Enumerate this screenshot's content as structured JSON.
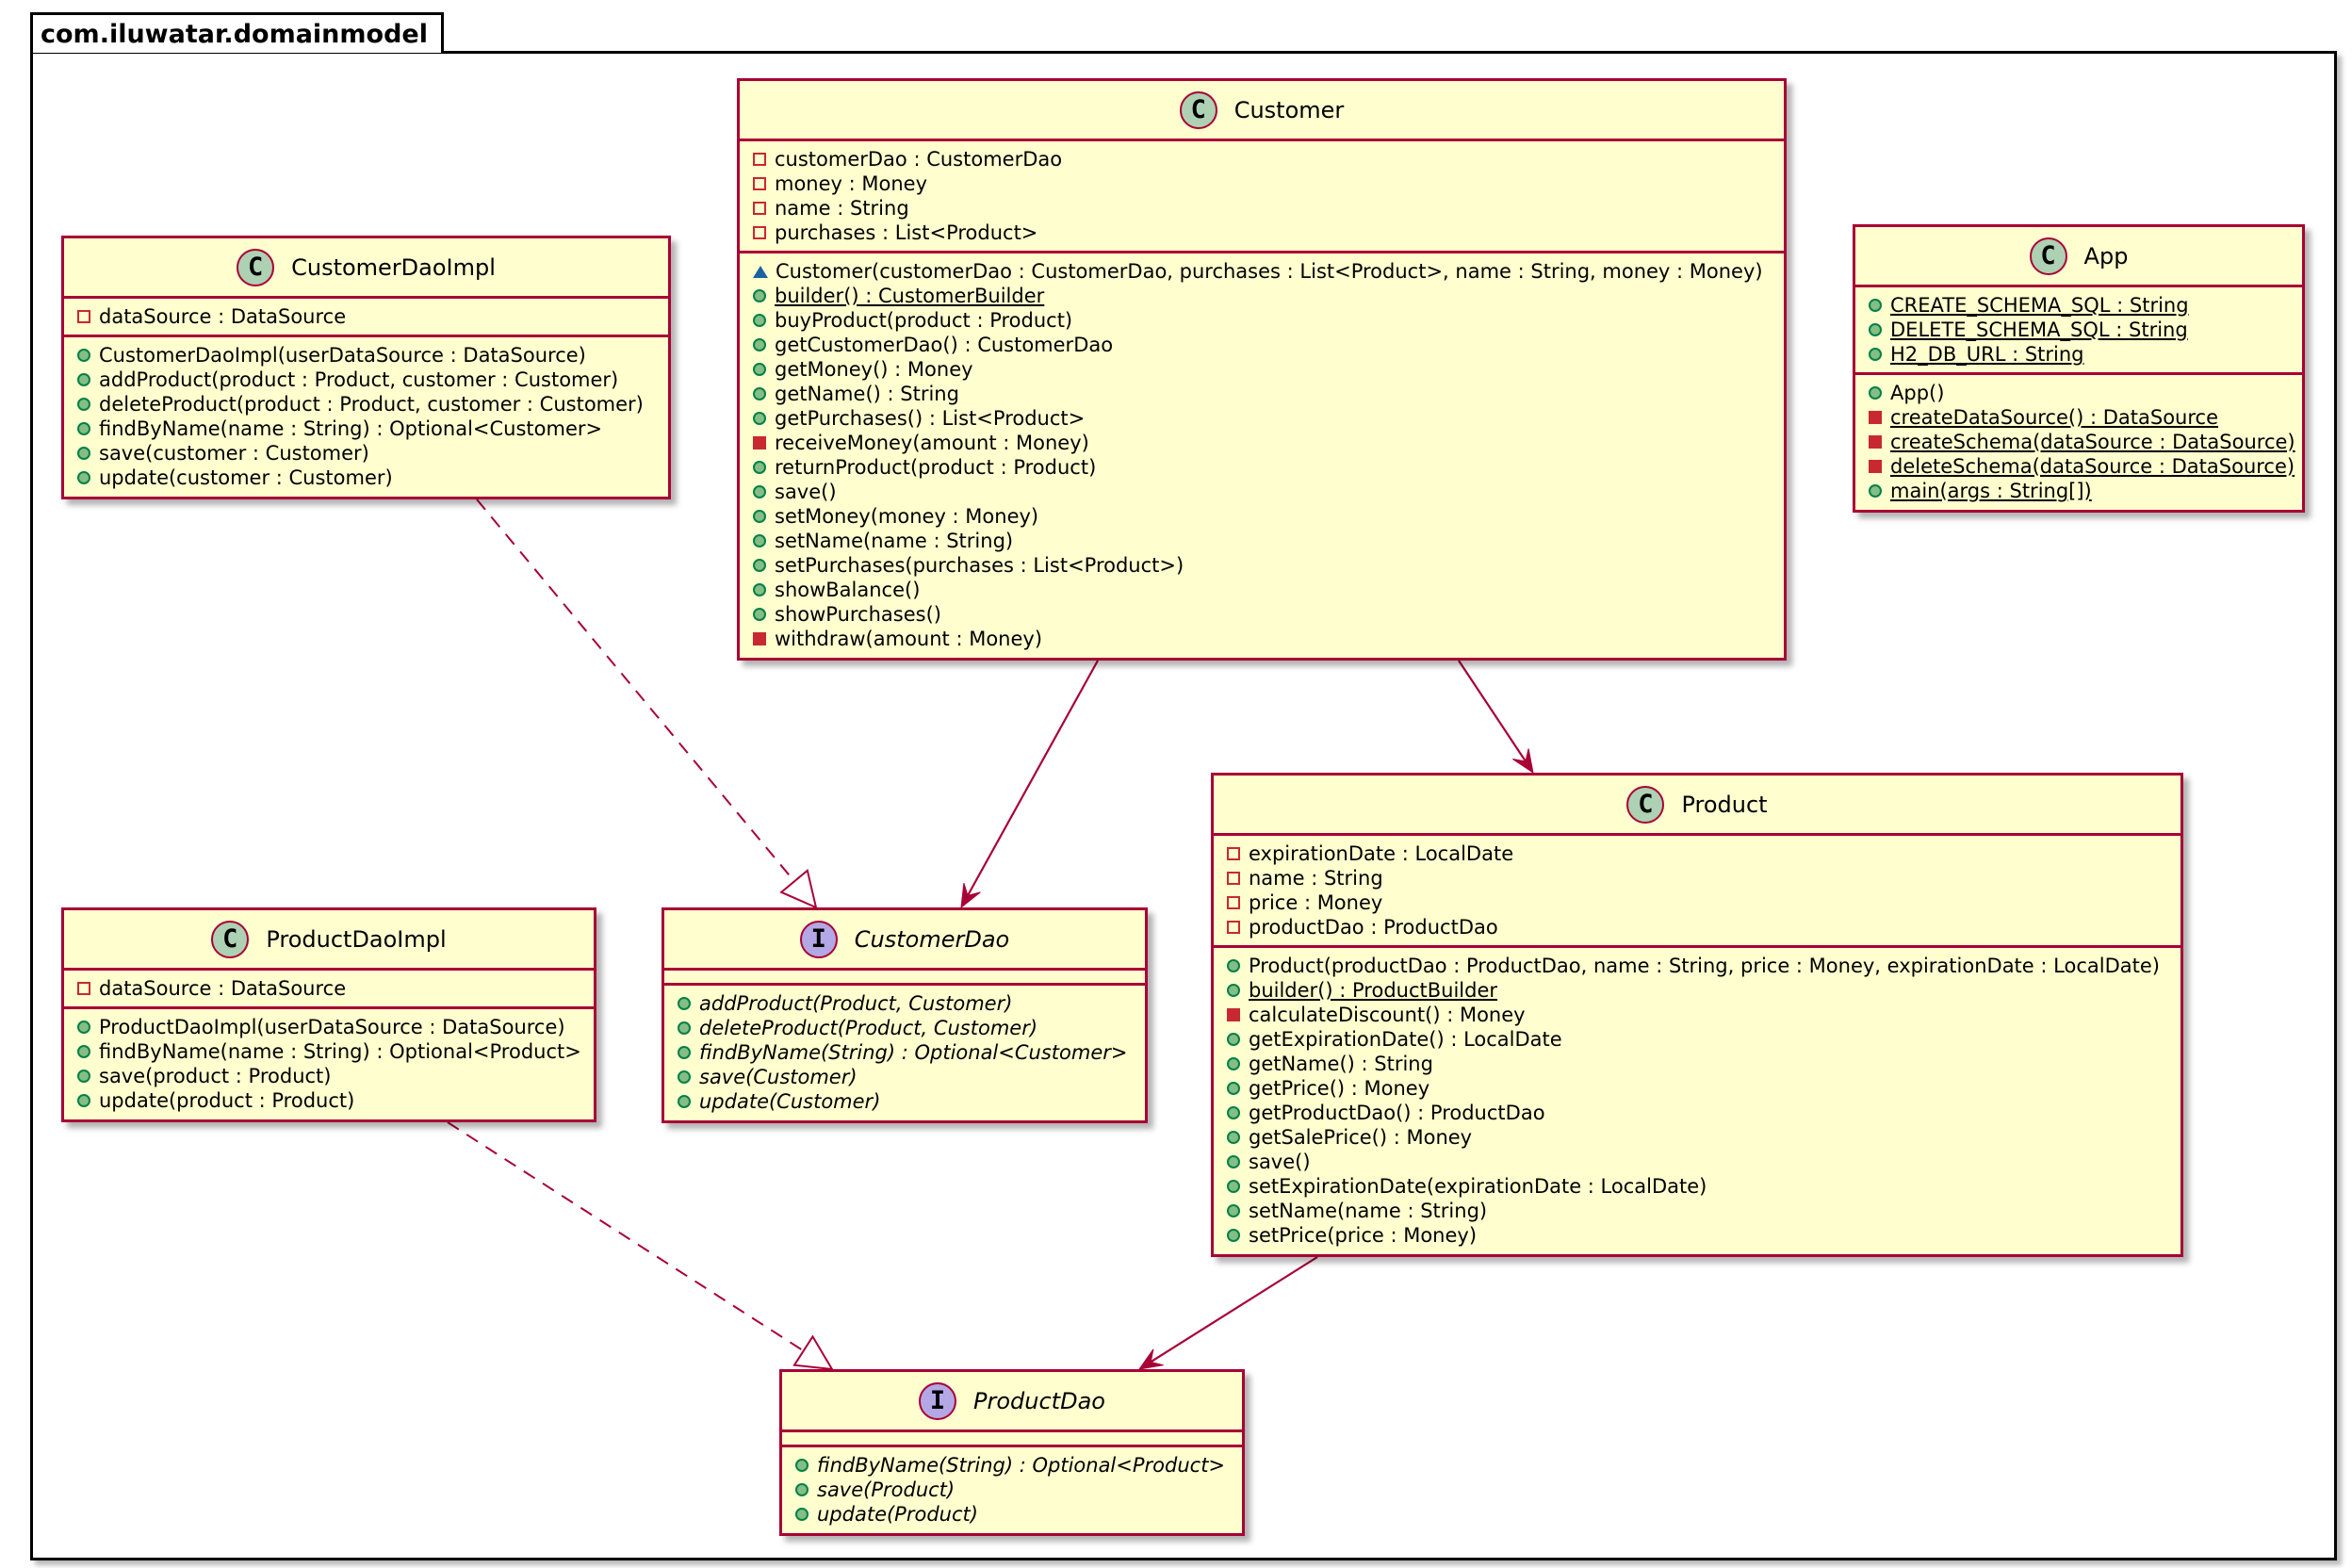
{
  "package": {
    "name": "com.iluwatar.domainmodel"
  },
  "colors": {
    "class_fill": "#fefece",
    "class_border": "#a80036",
    "class_badge": "#add1b2",
    "interface_badge": "#b4a7e5",
    "public_marker": "#84be84",
    "private_marker": "#c82930",
    "package_marker": "#1963a0",
    "edge": "#a80036"
  },
  "classes": [
    {
      "name": "Customer",
      "kind": "class",
      "italic_name": false,
      "attributes": [
        {
          "vis": "private",
          "text": "customerDao : CustomerDao"
        },
        {
          "vis": "private",
          "text": "money : Money"
        },
        {
          "vis": "private",
          "text": "name : String"
        },
        {
          "vis": "private",
          "text": "purchases : List<Product>"
        }
      ],
      "methods": [
        {
          "vis": "package",
          "text": "Customer(customerDao : CustomerDao, purchases : List<Product>, name : String, money : Money)"
        },
        {
          "vis": "public",
          "text": "builder() : CustomerBuilder",
          "static": true
        },
        {
          "vis": "public",
          "text": "buyProduct(product : Product)"
        },
        {
          "vis": "public",
          "text": "getCustomerDao() : CustomerDao"
        },
        {
          "vis": "public",
          "text": "getMoney() : Money"
        },
        {
          "vis": "public",
          "text": "getName() : String"
        },
        {
          "vis": "public",
          "text": "getPurchases() : List<Product>"
        },
        {
          "vis": "private",
          "text": "receiveMoney(amount : Money)"
        },
        {
          "vis": "public",
          "text": "returnProduct(product : Product)"
        },
        {
          "vis": "public",
          "text": "save()"
        },
        {
          "vis": "public",
          "text": "setMoney(money : Money)"
        },
        {
          "vis": "public",
          "text": "setName(name : String)"
        },
        {
          "vis": "public",
          "text": "setPurchases(purchases : List<Product>)"
        },
        {
          "vis": "public",
          "text": "showBalance()"
        },
        {
          "vis": "public",
          "text": "showPurchases()"
        },
        {
          "vis": "private",
          "text": "withdraw(amount : Money)"
        }
      ]
    },
    {
      "name": "CustomerDaoImpl",
      "kind": "class",
      "italic_name": false,
      "attributes": [
        {
          "vis": "private",
          "text": "dataSource : DataSource"
        }
      ],
      "methods": [
        {
          "vis": "public",
          "text": "CustomerDaoImpl(userDataSource : DataSource)"
        },
        {
          "vis": "public",
          "text": "addProduct(product : Product, customer : Customer)"
        },
        {
          "vis": "public",
          "text": "deleteProduct(product : Product, customer : Customer)"
        },
        {
          "vis": "public",
          "text": "findByName(name : String) : Optional<Customer>"
        },
        {
          "vis": "public",
          "text": "save(customer : Customer)"
        },
        {
          "vis": "public",
          "text": "update(customer : Customer)"
        }
      ]
    },
    {
      "name": "App",
      "kind": "class",
      "italic_name": false,
      "attributes": [
        {
          "vis": "public",
          "text": "CREATE_SCHEMA_SQL : String",
          "static": true
        },
        {
          "vis": "public",
          "text": "DELETE_SCHEMA_SQL : String",
          "static": true
        },
        {
          "vis": "public",
          "text": "H2_DB_URL : String",
          "static": true
        }
      ],
      "methods": [
        {
          "vis": "public",
          "text": "App()"
        },
        {
          "vis": "private",
          "text": "createDataSource() : DataSource",
          "static": true
        },
        {
          "vis": "private",
          "text": "createSchema(dataSource : DataSource)",
          "static": true
        },
        {
          "vis": "private",
          "text": "deleteSchema(dataSource : DataSource)",
          "static": true
        },
        {
          "vis": "public",
          "text": "main(args : String[])",
          "static": true
        }
      ]
    },
    {
      "name": "ProductDaoImpl",
      "kind": "class",
      "italic_name": false,
      "attributes": [
        {
          "vis": "private",
          "text": "dataSource : DataSource"
        }
      ],
      "methods": [
        {
          "vis": "public",
          "text": "ProductDaoImpl(userDataSource : DataSource)"
        },
        {
          "vis": "public",
          "text": "findByName(name : String) : Optional<Product>"
        },
        {
          "vis": "public",
          "text": "save(product : Product)"
        },
        {
          "vis": "public",
          "text": "update(product : Product)"
        }
      ]
    },
    {
      "name": "CustomerDao",
      "kind": "interface",
      "italic_name": true,
      "attributes": [],
      "methods": [
        {
          "vis": "public",
          "text": "addProduct(Product, Customer)",
          "italic": true
        },
        {
          "vis": "public",
          "text": "deleteProduct(Product, Customer)",
          "italic": true
        },
        {
          "vis": "public",
          "text": "findByName(String) : Optional<Customer>",
          "italic": true
        },
        {
          "vis": "public",
          "text": "save(Customer)",
          "italic": true
        },
        {
          "vis": "public",
          "text": "update(Customer)",
          "italic": true
        }
      ]
    },
    {
      "name": "Product",
      "kind": "class",
      "italic_name": false,
      "attributes": [
        {
          "vis": "private",
          "text": "expirationDate : LocalDate"
        },
        {
          "vis": "private",
          "text": "name : String"
        },
        {
          "vis": "private",
          "text": "price : Money"
        },
        {
          "vis": "private",
          "text": "productDao : ProductDao"
        }
      ],
      "methods": [
        {
          "vis": "public",
          "text": "Product(productDao : ProductDao, name : String, price : Money, expirationDate : LocalDate)"
        },
        {
          "vis": "public",
          "text": "builder() : ProductBuilder",
          "static": true
        },
        {
          "vis": "private",
          "text": "calculateDiscount() : Money"
        },
        {
          "vis": "public",
          "text": "getExpirationDate() : LocalDate"
        },
        {
          "vis": "public",
          "text": "getName() : String"
        },
        {
          "vis": "public",
          "text": "getPrice() : Money"
        },
        {
          "vis": "public",
          "text": "getProductDao() : ProductDao"
        },
        {
          "vis": "public",
          "text": "getSalePrice() : Money"
        },
        {
          "vis": "public",
          "text": "save()"
        },
        {
          "vis": "public",
          "text": "setExpirationDate(expirationDate : LocalDate)"
        },
        {
          "vis": "public",
          "text": "setName(name : String)"
        },
        {
          "vis": "public",
          "text": "setPrice(price : Money)"
        }
      ]
    },
    {
      "name": "ProductDao",
      "kind": "interface",
      "italic_name": true,
      "attributes": [],
      "methods": [
        {
          "vis": "public",
          "text": "findByName(String) : Optional<Product>",
          "italic": true
        },
        {
          "vis": "public",
          "text": "save(Product)",
          "italic": true
        },
        {
          "vis": "public",
          "text": "update(Product)",
          "italic": true
        }
      ]
    }
  ],
  "relations": [
    {
      "from": "Customer",
      "to": "CustomerDao",
      "type": "association"
    },
    {
      "from": "Customer",
      "to": "Product",
      "type": "association"
    },
    {
      "from": "Product",
      "to": "ProductDao",
      "type": "association"
    },
    {
      "from": "CustomerDaoImpl",
      "to": "CustomerDao",
      "type": "realization"
    },
    {
      "from": "ProductDaoImpl",
      "to": "ProductDao",
      "type": "realization"
    }
  ]
}
